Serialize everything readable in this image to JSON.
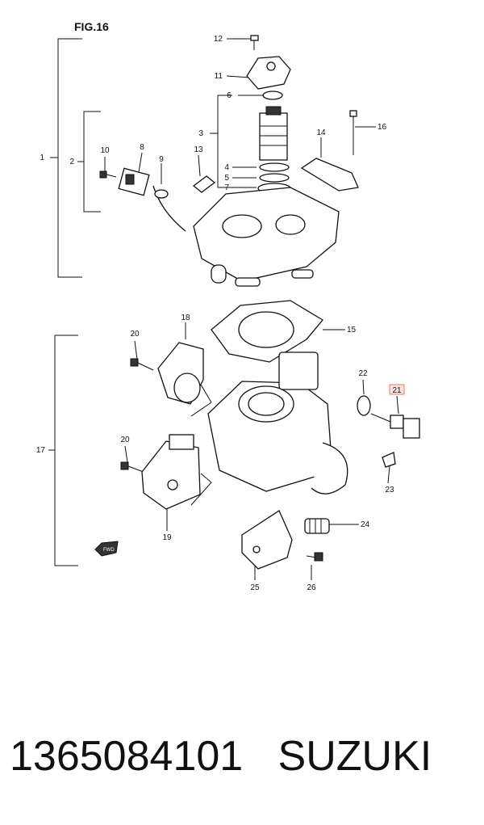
{
  "figure": {
    "title": "FIG.16"
  },
  "callouts": [
    "1",
    "2",
    "3",
    "4",
    "5",
    "6",
    "7",
    "8",
    "9",
    "10",
    "11",
    "12",
    "13",
    "14",
    "15",
    "16",
    "17",
    "18",
    "19",
    "20",
    "20",
    "21",
    "22",
    "23",
    "24",
    "25",
    "26"
  ],
  "highlighted_callout": "21",
  "fwd_label": "FWD",
  "footer": {
    "part_number": "1365084101",
    "brand": "SUZUKI"
  }
}
